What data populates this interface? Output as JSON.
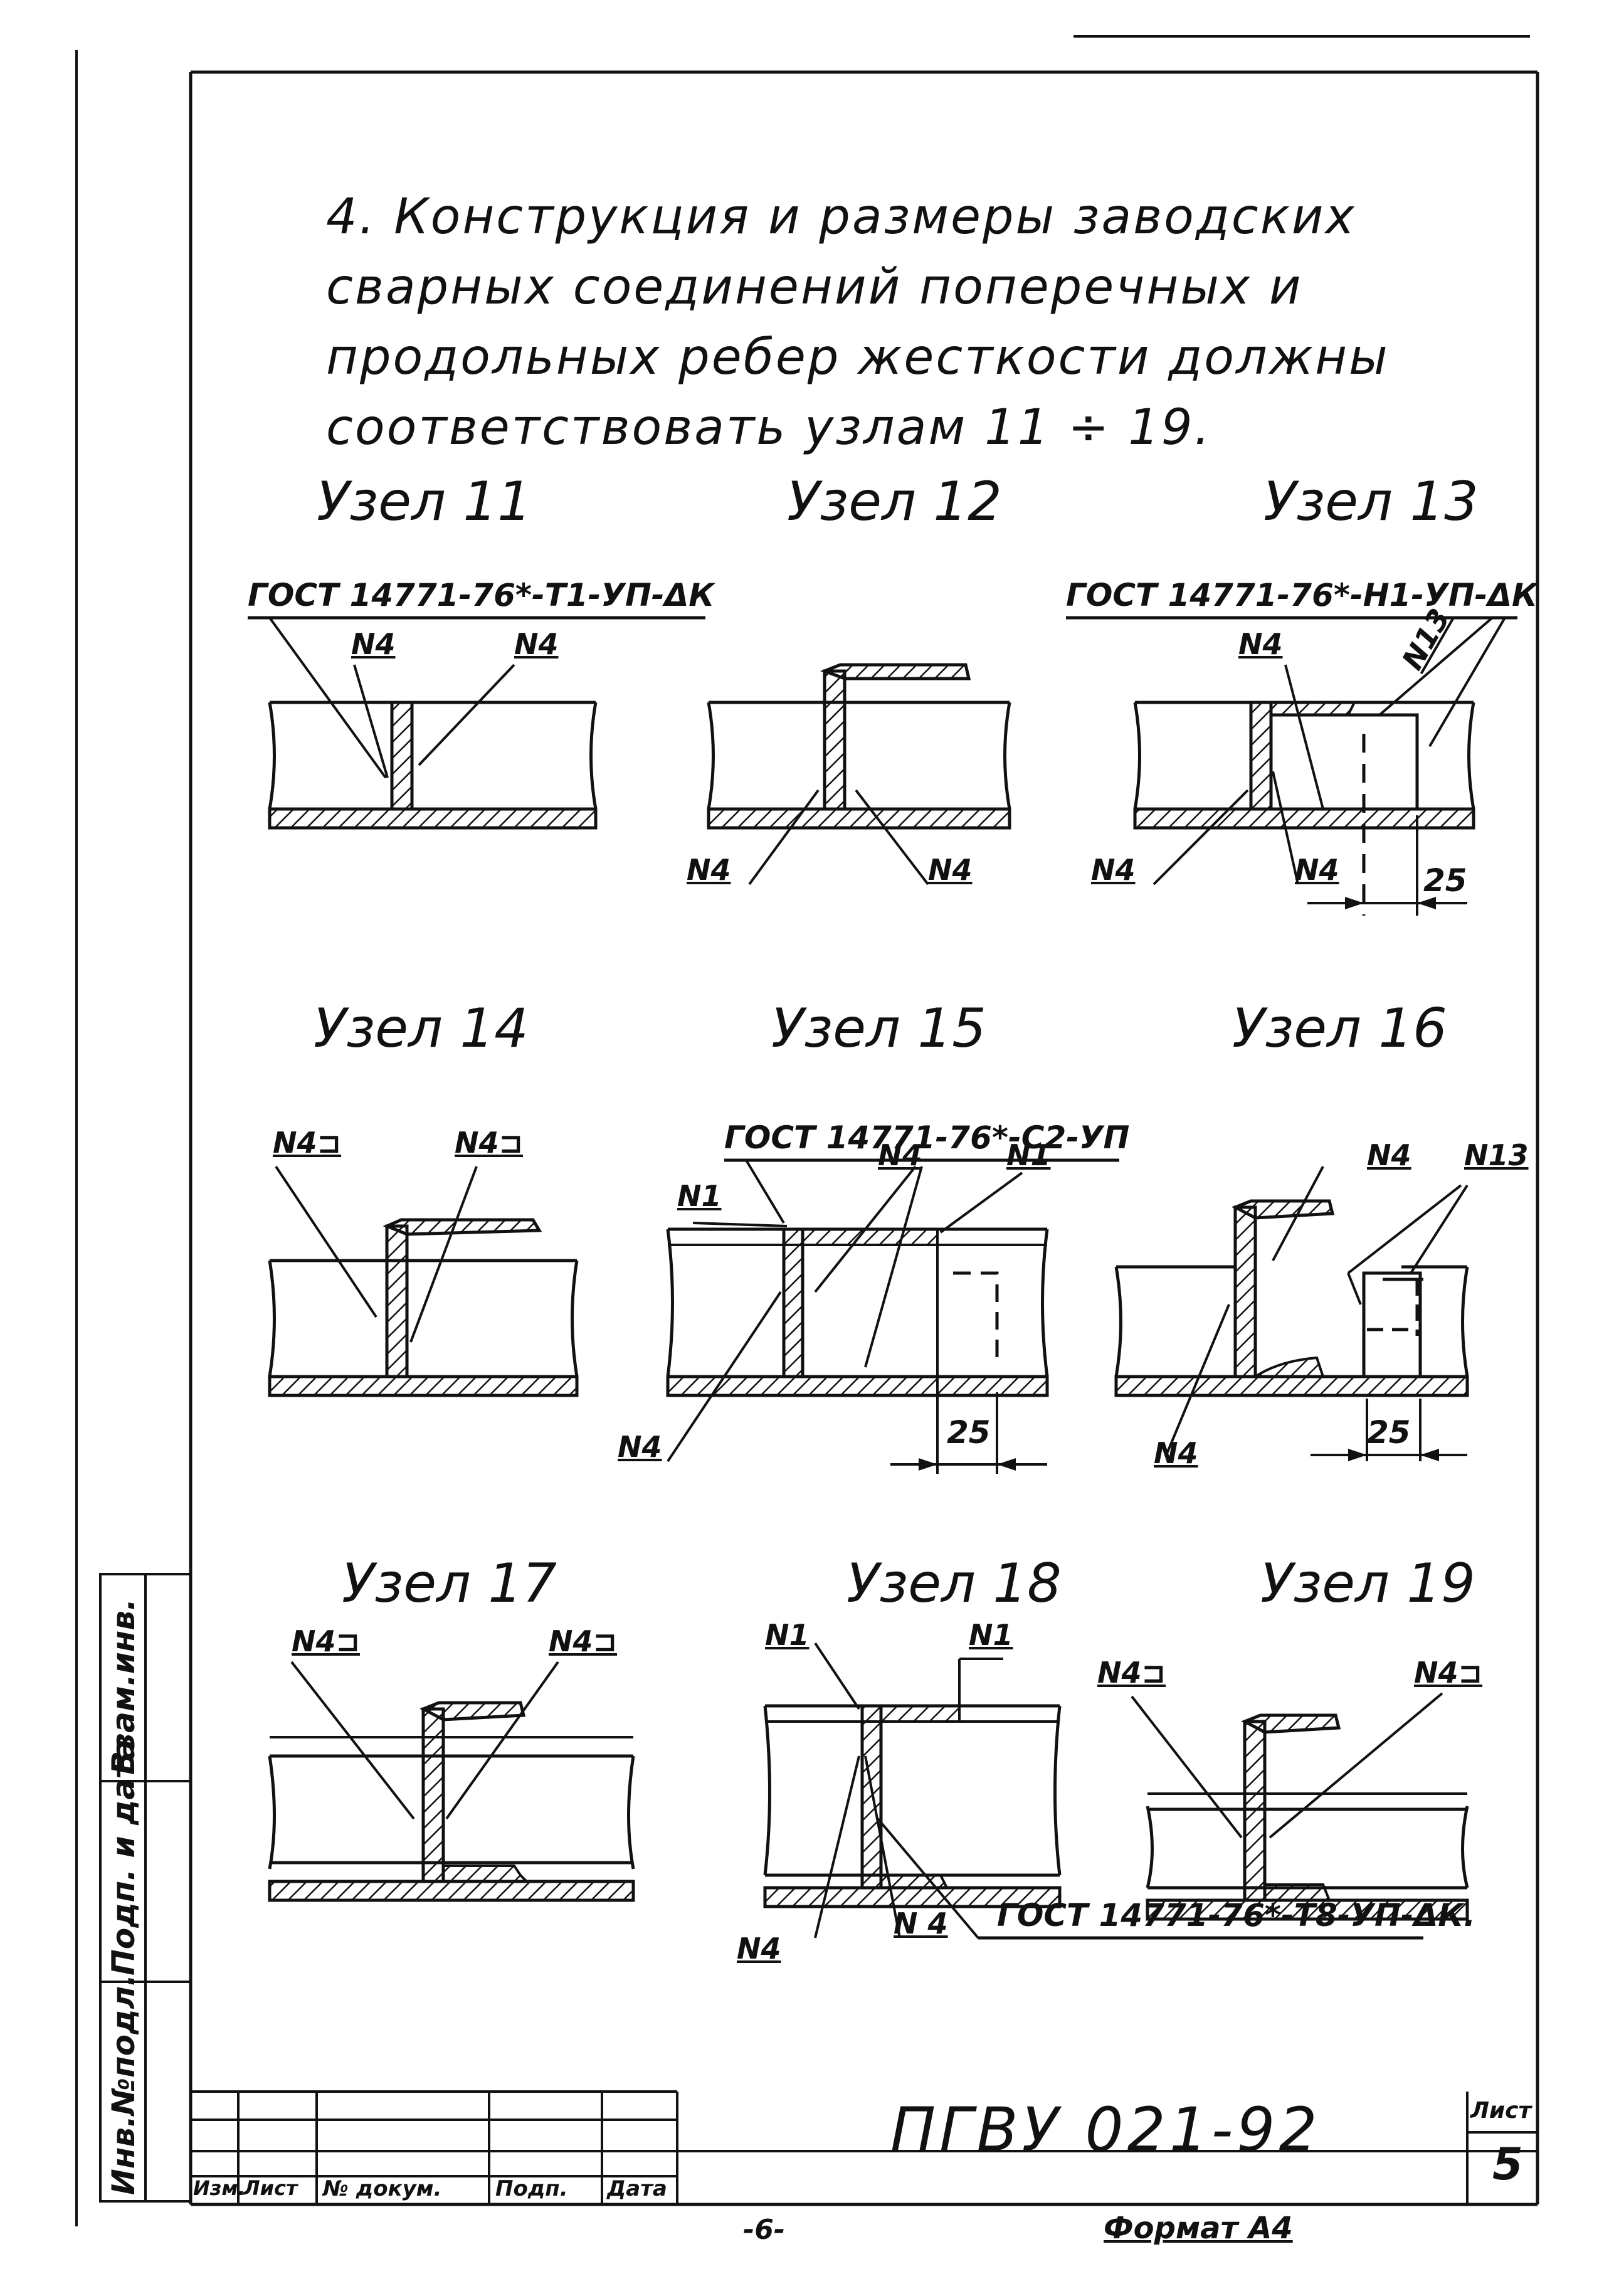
{
  "paragraph": "4. Конструкция и размеры заводских сварных соединений поперечных и продольных ребер жесткости должны соответствовать узлам 11 ÷ 19.",
  "nodes": [
    {
      "title": "Узел 11",
      "gost": "ГОСТ 14771-76*-Т1-УП-ΔК",
      "labels": [
        "N4",
        "N4"
      ]
    },
    {
      "title": "Узел 12",
      "labels": [
        "N4",
        "N4"
      ]
    },
    {
      "title": "Узел 13",
      "gost": "ГОСТ 14771-76*-Н1-УП-ΔК",
      "labels": [
        "N4",
        "N13",
        "N4",
        "N4"
      ],
      "dimension": "25"
    },
    {
      "title": "Узел 14",
      "labels": [
        "N4⊐",
        "N4⊐"
      ]
    },
    {
      "title": "Узел 15",
      "gost": "ГОСТ 14771-76*-С2-УП",
      "labels": [
        "N1",
        "N4",
        "N1",
        "N4"
      ],
      "dimension": "25"
    },
    {
      "title": "Узел 16",
      "labels": [
        "N4",
        "N13",
        "N4"
      ],
      "dimension": "25"
    },
    {
      "title": "Узел 17",
      "labels": [
        "N4⊐",
        "N4⊐"
      ]
    },
    {
      "title": "Узел 18",
      "labels": [
        "N1",
        "N1",
        "N4",
        "N 4"
      ],
      "gost": "ГОСТ 14771-76*-Т8-УП-ΔК."
    },
    {
      "title": "Узел 19",
      "labels": [
        "N4⊐",
        "N4⊐"
      ]
    }
  ],
  "side_stamp": {
    "inv_no": "Инв.№подл.",
    "sign_date": "Подп. и дата",
    "replace": "Взам.инв."
  },
  "title_block": {
    "doc_code": "ПГВУ 021-92",
    "sheet_label": "Лист",
    "sheet_number": "5",
    "columns": [
      "Изм.",
      "Лист",
      "№ докум.",
      "Подп.",
      "Дата"
    ]
  },
  "footer": {
    "page": "-6-",
    "format": "Формат А4"
  }
}
